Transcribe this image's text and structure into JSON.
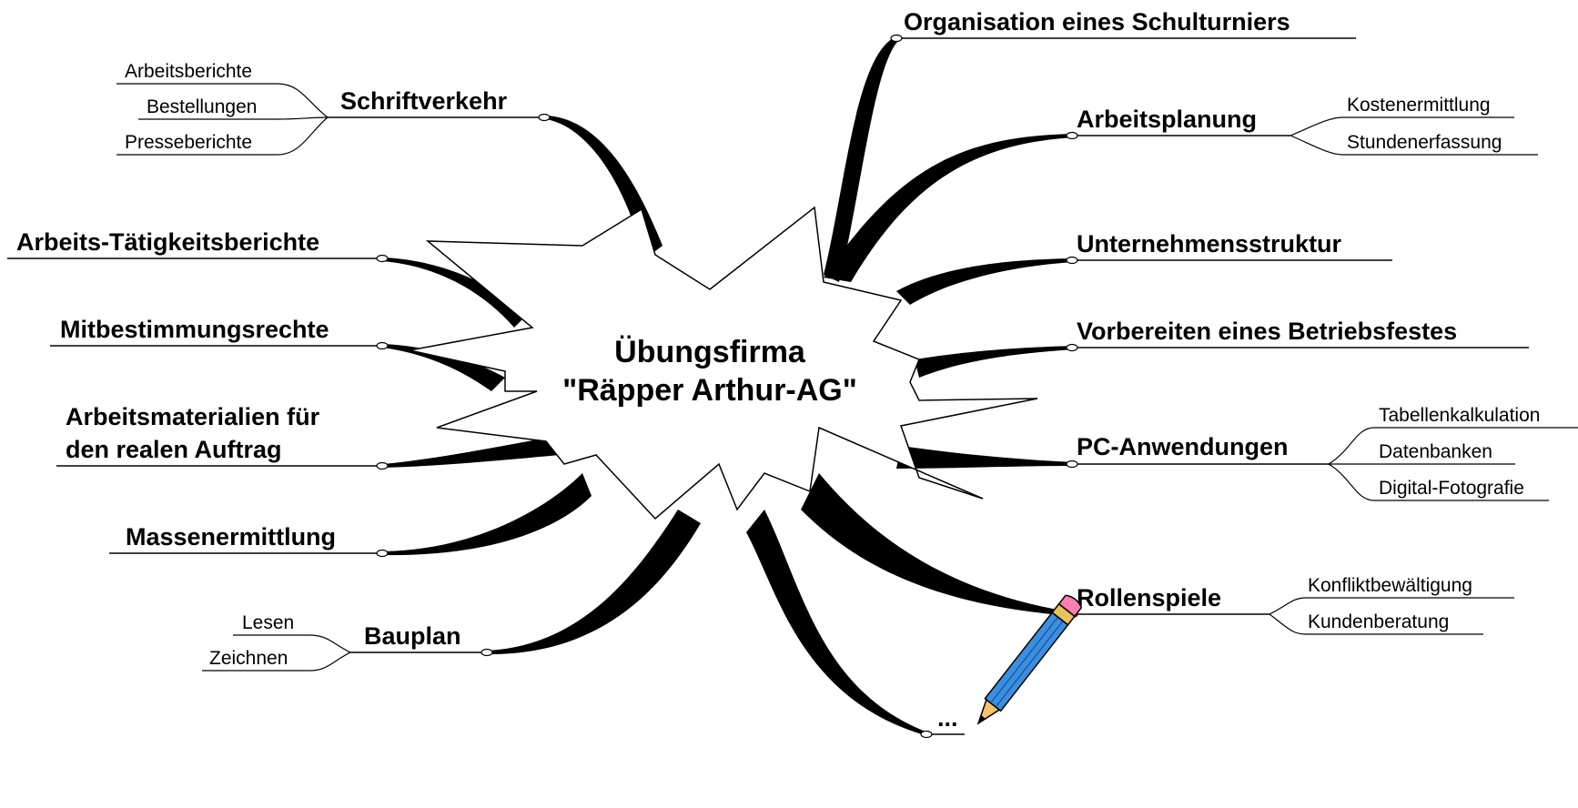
{
  "center": {
    "line1": "Übungsfirma",
    "line2": "\"Räpper Arthur-AG\""
  },
  "branches": {
    "organisation": "Organisation eines Schulturniers",
    "arbeitsplanung": {
      "label": "Arbeitsplanung",
      "children": [
        "Kostenermittlung",
        "Stundenerfassung"
      ]
    },
    "unternehmensstruktur": "Unternehmensstruktur",
    "betriebsfest": "Vorbereiten eines Betriebsfestes",
    "pc": {
      "label": "PC-Anwendungen",
      "children": [
        "Tabellenkalkulation",
        "Datenbanken",
        "Digital-Fotografie"
      ]
    },
    "rollenspiele": {
      "label": "Rollenspiele",
      "children": [
        "Konfliktbewältigung",
        "Kundenberatung"
      ]
    },
    "more": "...",
    "schriftverkehr": {
      "label": "Schriftverkehr",
      "children": [
        "Arbeitsberichte",
        "Bestellungen",
        "Presseberichte"
      ]
    },
    "taetigkeitsberichte": "Arbeits-Tätigkeitsberichte",
    "mitbestimmung": "Mitbestimmungsrechte",
    "arbeitsmaterialien": {
      "line1": "Arbeitsmaterialien für",
      "line2": "den realen Auftrag"
    },
    "massenermittlung": "Massenermittlung",
    "bauplan": {
      "label": "Bauplan",
      "children": [
        "Lesen",
        "Zeichnen"
      ]
    }
  },
  "pencil": {
    "icon": "pencil-icon",
    "body_color": "#3b8fe0",
    "tip_color": "#f5c46a",
    "eraser_color": "#ff7fb0"
  }
}
